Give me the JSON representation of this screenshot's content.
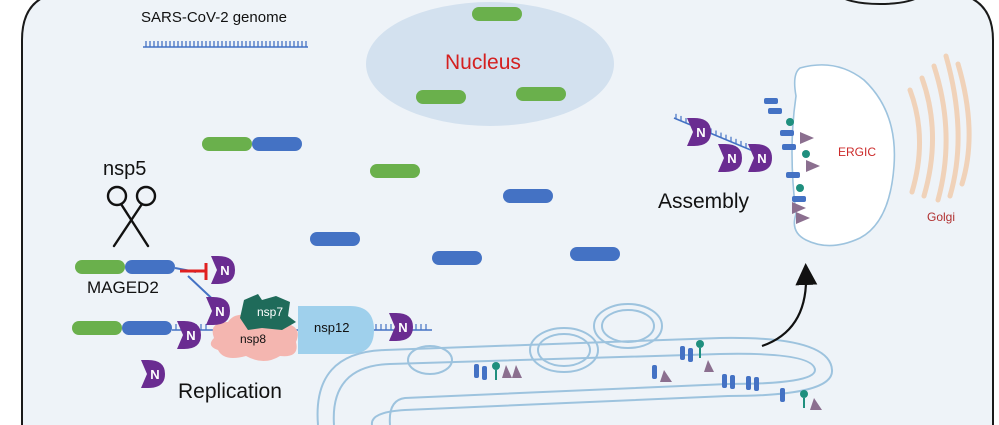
{
  "labels": {
    "genome": "SARS-CoV-2 genome",
    "nucleus": "Nucleus",
    "nsp5": "nsp5",
    "maged2": "MAGED2",
    "replication": "Replication",
    "assembly": "Assembly",
    "ergic": "ERGIC",
    "golgi": "Golgi",
    "nsp7": "nsp7",
    "nsp8": "nsp8",
    "nsp12": "nsp12",
    "n_protein": "N"
  },
  "colors": {
    "cell_fill": "#eef3f8",
    "cell_border": "#1a1a1a",
    "nucleus_fill": "#d3e1ef",
    "nucleus_label": "#d42020",
    "green_segment": "#6ab04c",
    "blue_segment": "#4472c4",
    "n_protein": "#6a2c91",
    "nsp7": "#1f6b5a",
    "nsp8": "#f4b6b0",
    "nsp12": "#9fd0ec",
    "inhibit_bar": "#e02020",
    "er_stroke": "#9dc3de",
    "golgi_stroke": "#f0d2b9",
    "ergic_label": "#cc2b2b",
    "golgi_label": "#b03030",
    "spike_teal": "#1f8f7e",
    "membrane_triangle": "#8b6f8f"
  },
  "icons": {
    "scissors": "scissors-icon",
    "arrow": "curved-arrow-icon"
  }
}
